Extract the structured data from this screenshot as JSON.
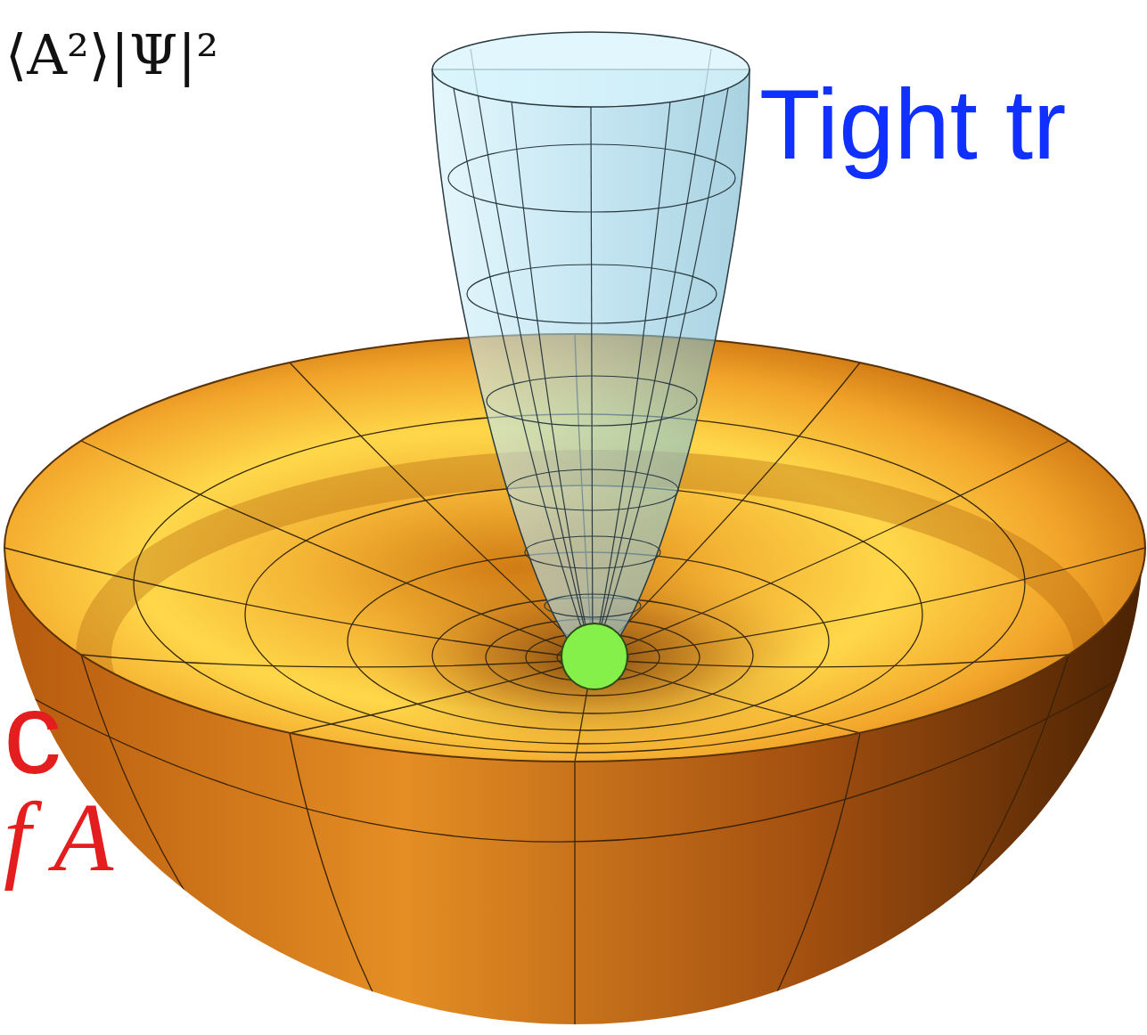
{
  "diagram": {
    "labels": [
      "⟨A²⟩|Ψ|²",
      "Tight tr",
      "c",
      "f A"
    ]
  }
}
